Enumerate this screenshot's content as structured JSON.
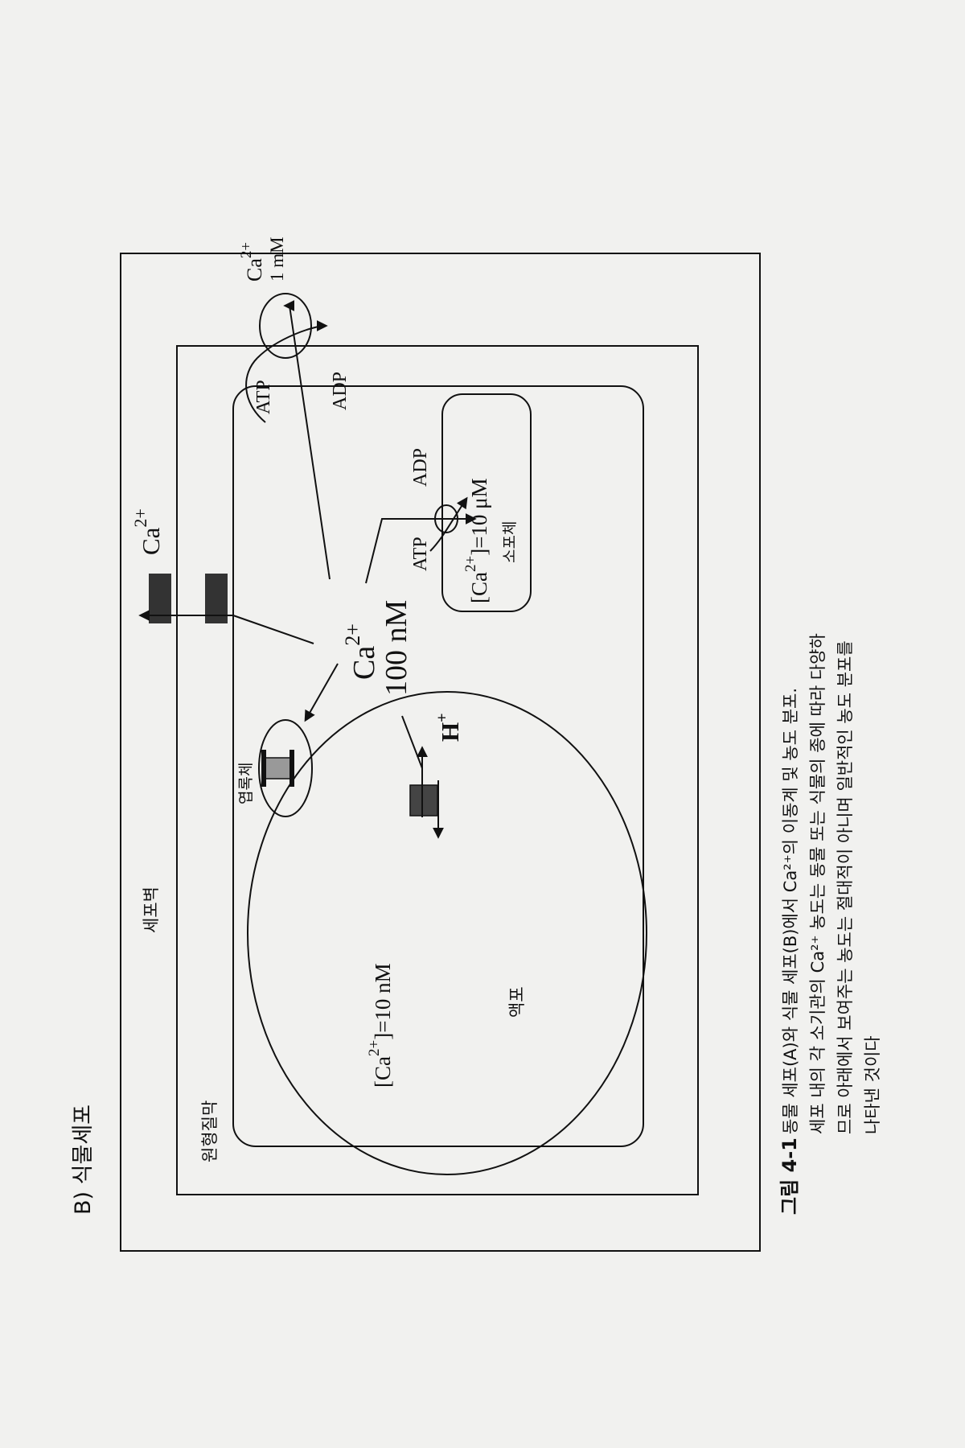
{
  "section_title": "B) 식물세포",
  "labels": {
    "cell_wall": "세포벽",
    "plasma_membrane": "원형질막",
    "vacuole": "액포",
    "chloroplast": "엽록체",
    "er": "소포체"
  },
  "cytosol": {
    "ca": "Ca",
    "sup": "2+",
    "conc": "100 nM"
  },
  "channel": {
    "ca": "Ca",
    "sup": "2+"
  },
  "outside": {
    "ca": "Ca",
    "sup": "2+",
    "conc": "1 mM"
  },
  "pump_top": {
    "atp": "ATP",
    "adp": "ADP"
  },
  "pump_er": {
    "atp": "ATP",
    "adp": "ADP"
  },
  "er_conc": {
    "open": "[Ca",
    "sup": "2+",
    "rest": "]=10 μM"
  },
  "vac_conc": {
    "open": "[Ca",
    "sup": "2+",
    "rest": "]=10 nM"
  },
  "antiporter": {
    "h": "H",
    "sup": "+"
  },
  "caption": {
    "label": "그림 4-1",
    "line1": "동물 세포(A)와 식물 세포(B)에서 Ca²⁺의 이동계 및 농도 분포.",
    "line2": "세포 내의 각 소기관의 Ca²⁺ 농도는 동물 또는 식물의 종에 따라 다양하",
    "line3": "므로 아래에서 보여주는 농도는 절대적이 아니며 일반적인 농도 분포를",
    "line4": "나타낸 것이다"
  }
}
